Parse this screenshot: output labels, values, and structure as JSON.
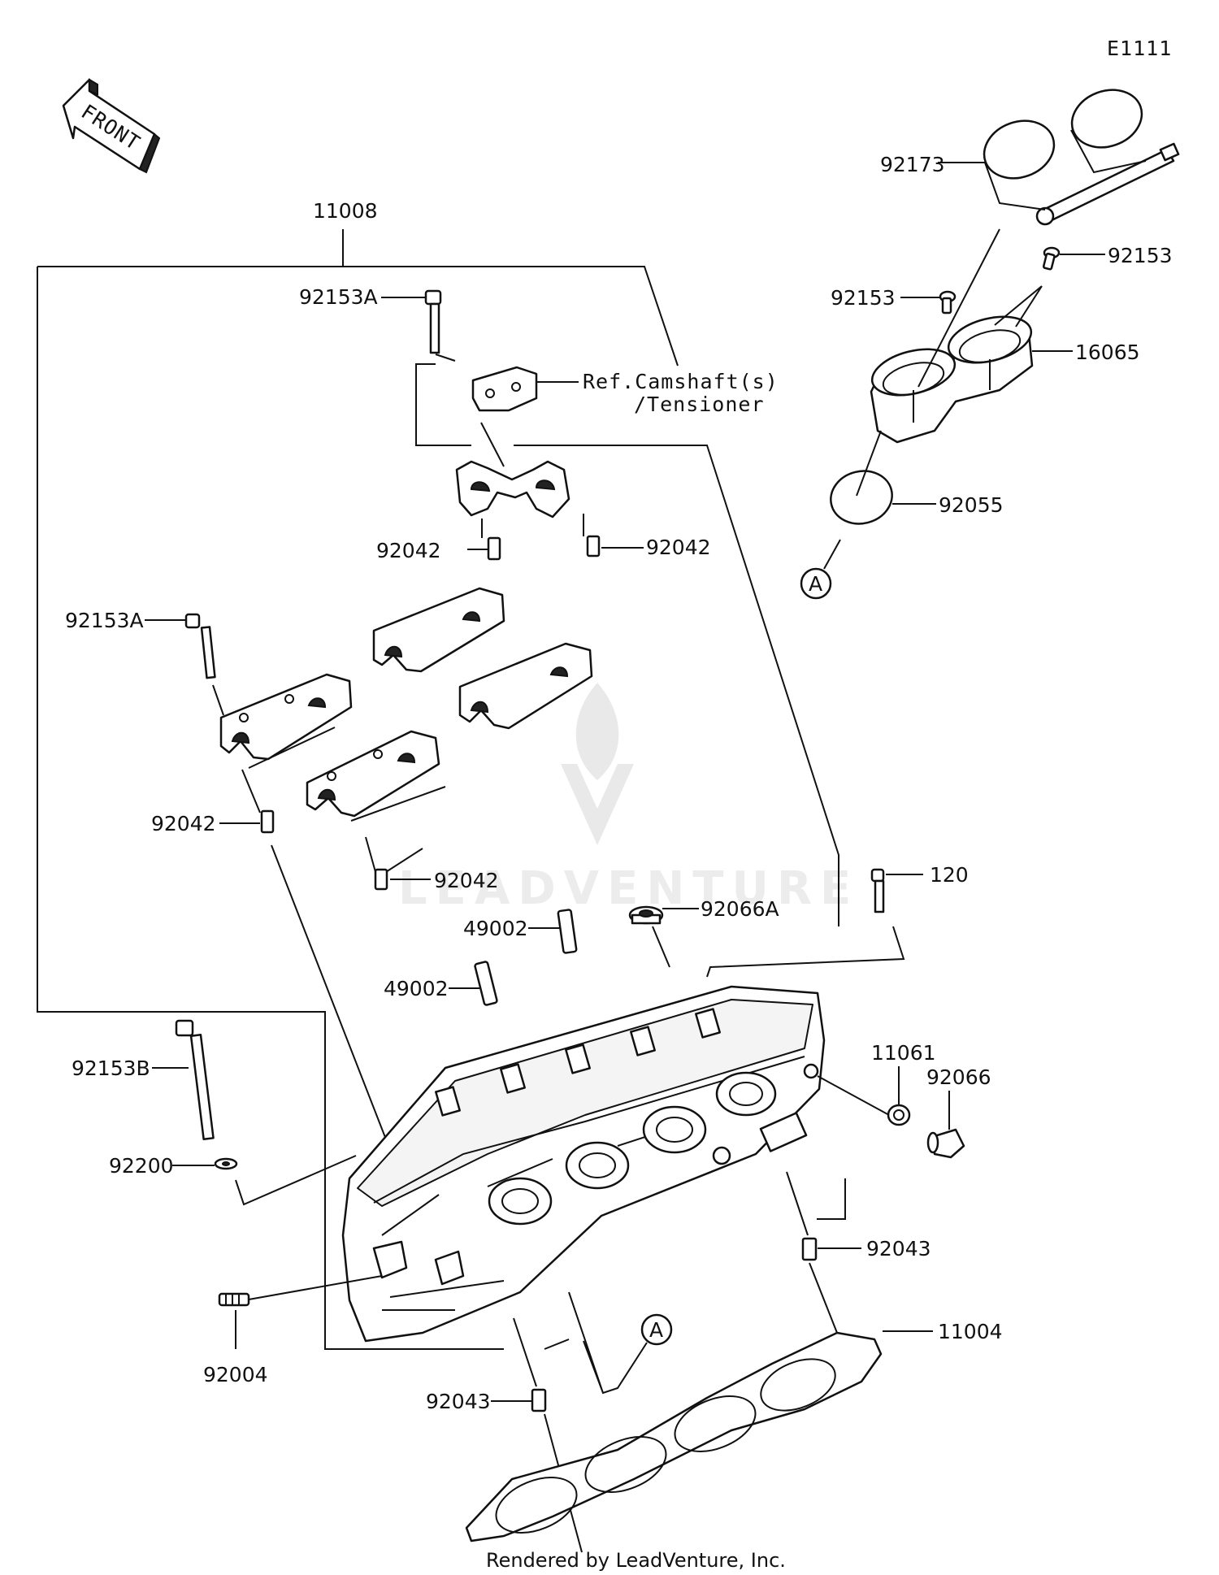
{
  "diagram_id": "E1111",
  "front_label": "FRONT",
  "ref_note": {
    "line1": "Ref.Camshaft(s)",
    "line2": "/Tensioner"
  },
  "circle_ref": "A",
  "watermark": "LEADVENTURE",
  "credit": "Rendered by LeadVenture, Inc.",
  "callouts": {
    "c11008": "11008",
    "c92153A_top": "92153A",
    "c92153A_left": "92153A",
    "c92042_a": "92042",
    "c92042_b": "92042",
    "c92042_c": "92042",
    "c92042_d": "92042",
    "c92173": "92173",
    "c92153_r": "92153",
    "c92153_l": "92153",
    "c16065": "16065",
    "c92055": "92055",
    "c120": "120",
    "c92066A": "92066A",
    "c49002_a": "49002",
    "c49002_b": "49002",
    "c11061": "11061",
    "c92066": "92066",
    "c92153B": "92153B",
    "c92200": "92200",
    "c92043_r": "92043",
    "c11004": "11004",
    "c92004": "92004",
    "c92043_l": "92043"
  }
}
